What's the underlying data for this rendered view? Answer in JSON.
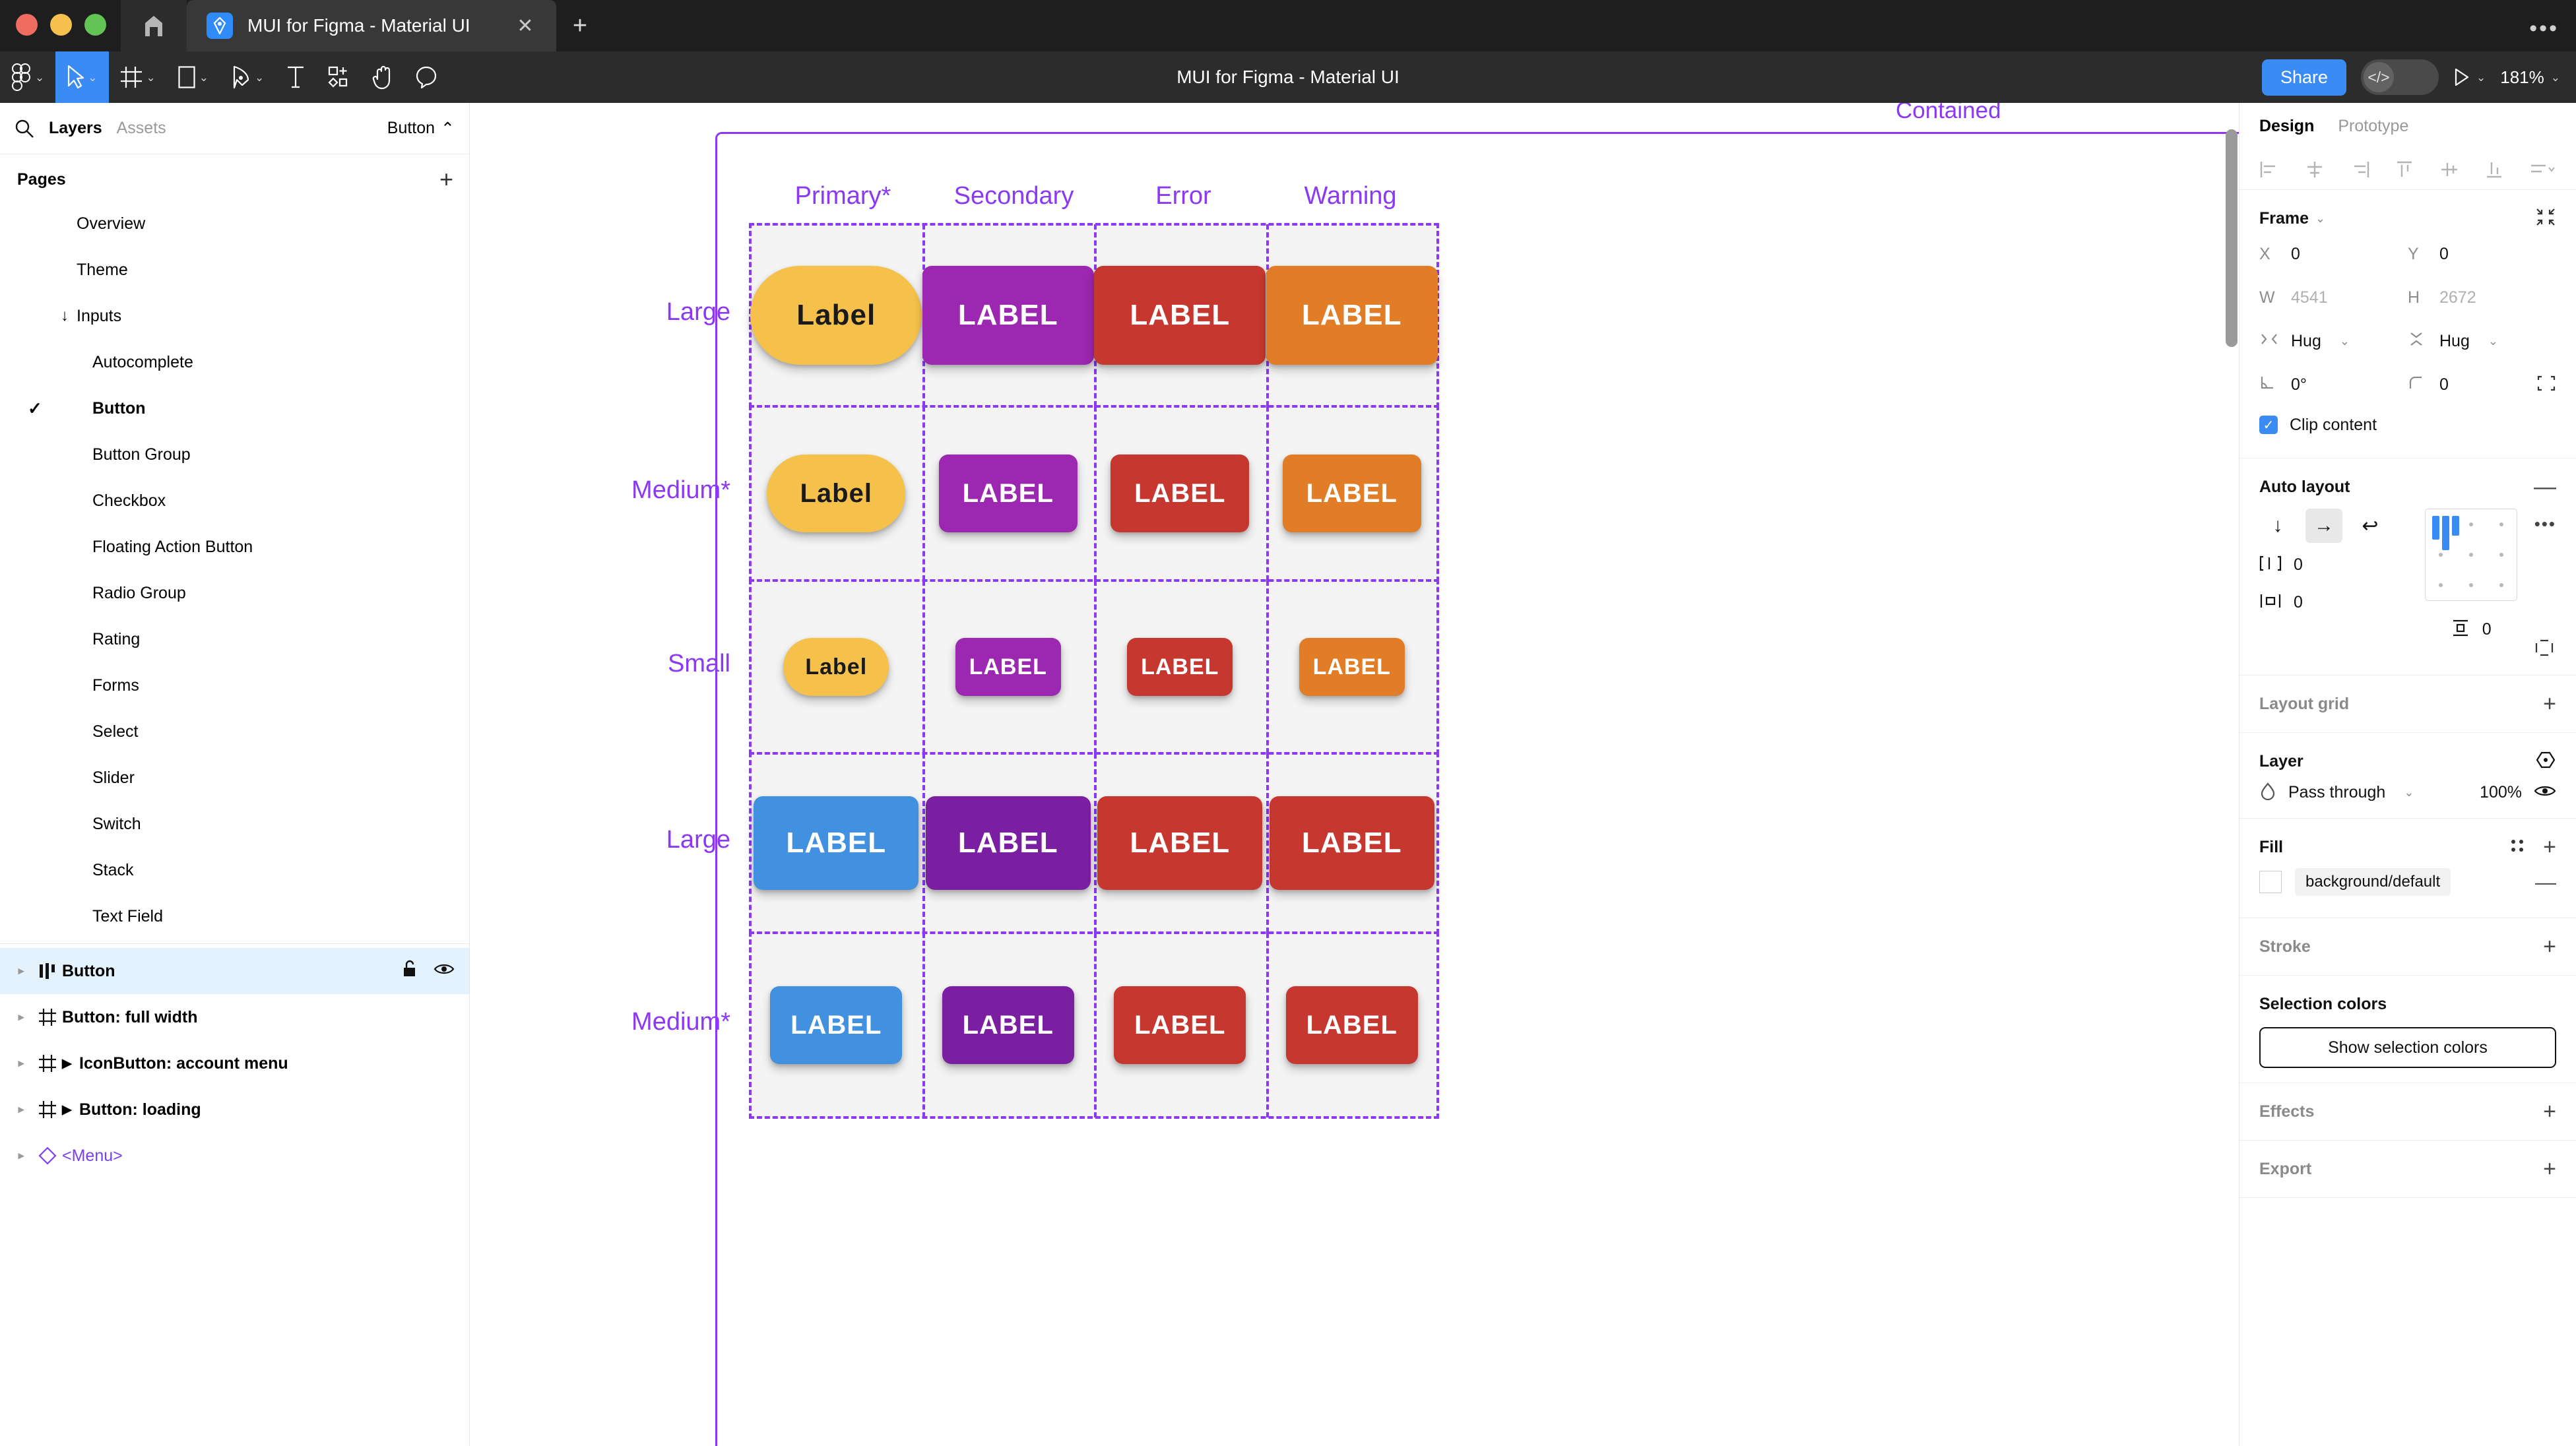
{
  "window": {
    "tab_title": "MUI for Figma - Material UI",
    "close_glyph": "✕",
    "new_tab_glyph": "+",
    "menu_glyph": "•••"
  },
  "toolbar": {
    "doc_title": "MUI for Figma - Material UI",
    "share_label": "Share",
    "code_glyph": "</>",
    "play_glyph": "▷",
    "zoom_level": "181%",
    "chevron": "⌄",
    "tools": [
      {
        "name": "figma-menu-icon",
        "has_chevron": true
      },
      {
        "name": "move-tool-icon",
        "has_chevron": true,
        "active": true
      },
      {
        "name": "frame-tool-icon",
        "has_chevron": true
      },
      {
        "name": "shape-tool-icon",
        "has_chevron": true
      },
      {
        "name": "pen-tool-icon",
        "has_chevron": true
      },
      {
        "name": "text-tool-icon",
        "has_chevron": false
      },
      {
        "name": "resources-tool-icon",
        "has_chevron": false
      },
      {
        "name": "hand-tool-icon",
        "has_chevron": false
      },
      {
        "name": "comment-tool-icon",
        "has_chevron": false
      }
    ]
  },
  "left_panel": {
    "tab_layers": "Layers",
    "tab_assets": "Assets",
    "page_selector": "Button",
    "page_selector_chevron": "⌃",
    "pages_title": "Pages",
    "add_page_glyph": "+",
    "pages": [
      {
        "label": "Overview",
        "selected": false,
        "bold": false,
        "indent": false,
        "arrow": ""
      },
      {
        "label": "Theme",
        "selected": false,
        "bold": false,
        "indent": false,
        "arrow": ""
      },
      {
        "label": "Inputs",
        "selected": false,
        "bold": false,
        "indent": false,
        "arrow": "↓"
      },
      {
        "label": "Autocomplete",
        "selected": false,
        "bold": false,
        "indent": true,
        "arrow": ""
      },
      {
        "label": "Button",
        "selected": true,
        "bold": true,
        "indent": true,
        "arrow": ""
      },
      {
        "label": "Button Group",
        "selected": false,
        "bold": false,
        "indent": true,
        "arrow": ""
      },
      {
        "label": "Checkbox",
        "selected": false,
        "bold": false,
        "indent": true,
        "arrow": ""
      },
      {
        "label": "Floating Action Button",
        "selected": false,
        "bold": false,
        "indent": true,
        "arrow": ""
      },
      {
        "label": "Radio Group",
        "selected": false,
        "bold": false,
        "indent": true,
        "arrow": ""
      },
      {
        "label": "Rating",
        "selected": false,
        "bold": false,
        "indent": true,
        "arrow": ""
      },
      {
        "label": "Forms",
        "selected": false,
        "bold": false,
        "indent": true,
        "arrow": ""
      },
      {
        "label": "Select",
        "selected": false,
        "bold": false,
        "indent": true,
        "arrow": ""
      },
      {
        "label": "Slider",
        "selected": false,
        "bold": false,
        "indent": true,
        "arrow": ""
      },
      {
        "label": "Switch",
        "selected": false,
        "bold": false,
        "indent": true,
        "arrow": ""
      },
      {
        "label": "Stack",
        "selected": false,
        "bold": false,
        "indent": true,
        "arrow": ""
      },
      {
        "label": "Text Field",
        "selected": false,
        "bold": false,
        "indent": true,
        "arrow": ""
      }
    ],
    "check_glyph": "✓",
    "layers": [
      {
        "label": "Button",
        "icon": "component-set-icon",
        "selected": true,
        "expandable": true,
        "has_triangle": false,
        "component": false,
        "locked_icon": true,
        "eye_icon": true
      },
      {
        "label": "Button: full width",
        "icon": "frame-icon",
        "selected": false,
        "expandable": true,
        "has_triangle": false,
        "component": false,
        "locked_icon": false,
        "eye_icon": false
      },
      {
        "label": "IconButton: account menu",
        "icon": "frame-icon",
        "selected": false,
        "expandable": true,
        "has_triangle": true,
        "component": false,
        "locked_icon": false,
        "eye_icon": false
      },
      {
        "label": "Button: loading",
        "icon": "frame-icon",
        "selected": false,
        "expandable": true,
        "has_triangle": true,
        "component": false,
        "locked_icon": false,
        "eye_icon": false
      },
      {
        "label": "<Menu>",
        "icon": "component-instance-icon",
        "selected": false,
        "expandable": true,
        "has_triangle": false,
        "component": true,
        "locked_icon": false,
        "eye_icon": false
      }
    ],
    "caret_glyph": "▸",
    "triangle_glyph": "▶"
  },
  "canvas": {
    "frame_label": "Contained",
    "accent_color": "#8b39f5",
    "block_bg": "#f4f4f4",
    "columns": [
      "Primary*",
      "Secondary",
      "Error",
      "Warning"
    ],
    "rows": [
      "Large",
      "Medium*",
      "Small",
      "Large",
      "Medium*"
    ],
    "buttons": [
      [
        {
          "label": "Label",
          "bg": "#f5c14b",
          "fg": "#1a1a1a",
          "shape": "pill"
        },
        {
          "label": "LABEL",
          "bg": "#9c27b0",
          "fg": "#ffffff",
          "shape": "rounded"
        },
        {
          "label": "LABEL",
          "bg": "#c6382f",
          "fg": "#ffffff",
          "shape": "rounded"
        },
        {
          "label": "LABEL",
          "bg": "#e07d26",
          "fg": "#ffffff",
          "shape": "rounded"
        }
      ],
      [
        {
          "label": "Label",
          "bg": "#f5c14b",
          "fg": "#1a1a1a",
          "shape": "pill"
        },
        {
          "label": "LABEL",
          "bg": "#9c27b0",
          "fg": "#ffffff",
          "shape": "rounded"
        },
        {
          "label": "LABEL",
          "bg": "#c6382f",
          "fg": "#ffffff",
          "shape": "rounded"
        },
        {
          "label": "LABEL",
          "bg": "#e07d26",
          "fg": "#ffffff",
          "shape": "rounded"
        }
      ],
      [
        {
          "label": "Label",
          "bg": "#f5c14b",
          "fg": "#1a1a1a",
          "shape": "pill"
        },
        {
          "label": "LABEL",
          "bg": "#9c27b0",
          "fg": "#ffffff",
          "shape": "rounded"
        },
        {
          "label": "LABEL",
          "bg": "#c6382f",
          "fg": "#ffffff",
          "shape": "rounded"
        },
        {
          "label": "LABEL",
          "bg": "#e07d26",
          "fg": "#ffffff",
          "shape": "rounded"
        }
      ],
      [
        {
          "label": "LABEL",
          "bg": "#4290e0",
          "fg": "#ffffff",
          "shape": "rounded"
        },
        {
          "label": "LABEL",
          "bg": "#7b1fa2",
          "fg": "#ffffff",
          "shape": "rounded"
        },
        {
          "label": "LABEL",
          "bg": "#c6382f",
          "fg": "#ffffff",
          "shape": "rounded"
        },
        {
          "label": "LABEL",
          "bg": "#c6382f",
          "fg": "#ffffff",
          "shape": "rounded"
        }
      ],
      [
        {
          "label": "LABEL",
          "bg": "#4290e0",
          "fg": "#ffffff",
          "shape": "rounded"
        },
        {
          "label": "LABEL",
          "bg": "#7b1fa2",
          "fg": "#ffffff",
          "shape": "rounded"
        },
        {
          "label": "LABEL",
          "bg": "#c6382f",
          "fg": "#ffffff",
          "shape": "rounded"
        },
        {
          "label": "LABEL",
          "bg": "#c6382f",
          "fg": "#ffffff",
          "shape": "rounded"
        }
      ]
    ]
  },
  "right_panel": {
    "tab_design": "Design",
    "tab_prototype": "Prototype",
    "frame": {
      "title": "Frame",
      "chevron": "⌄",
      "x_key": "X",
      "x_value": "0",
      "y_key": "Y",
      "y_value": "0",
      "w_key": "W",
      "w_value": "4541",
      "h_key": "H",
      "h_value": "2672",
      "resize_w": "Hug",
      "resize_h": "Hug",
      "rotation": "0°",
      "corner_radius": "0",
      "clip_content_label": "Clip content",
      "clip_content_checked": true
    },
    "auto_layout": {
      "title": "Auto layout",
      "remove_glyph": "—",
      "direction_vertical": "↓",
      "direction_horizontal": "→",
      "direction_wrap": "↩",
      "direction_active": "horizontal",
      "gap_value": "0",
      "padding_h": "0",
      "padding_v": "0",
      "more_glyph": "•••"
    },
    "layout_grid": {
      "title": "Layout grid",
      "add_glyph": "+"
    },
    "layer": {
      "title": "Layer",
      "blend_mode": "Pass through",
      "opacity": "100%",
      "chevron": "⌄"
    },
    "fill": {
      "title": "Fill",
      "token": "background/default",
      "add_glyph": "+",
      "remove_glyph": "—"
    },
    "stroke": {
      "title": "Stroke",
      "add_glyph": "+"
    },
    "selection_colors": {
      "title": "Selection colors",
      "button_label": "Show selection colors"
    },
    "effects": {
      "title": "Effects",
      "add_glyph": "+"
    },
    "export": {
      "title": "Export",
      "add_glyph": "+"
    }
  }
}
